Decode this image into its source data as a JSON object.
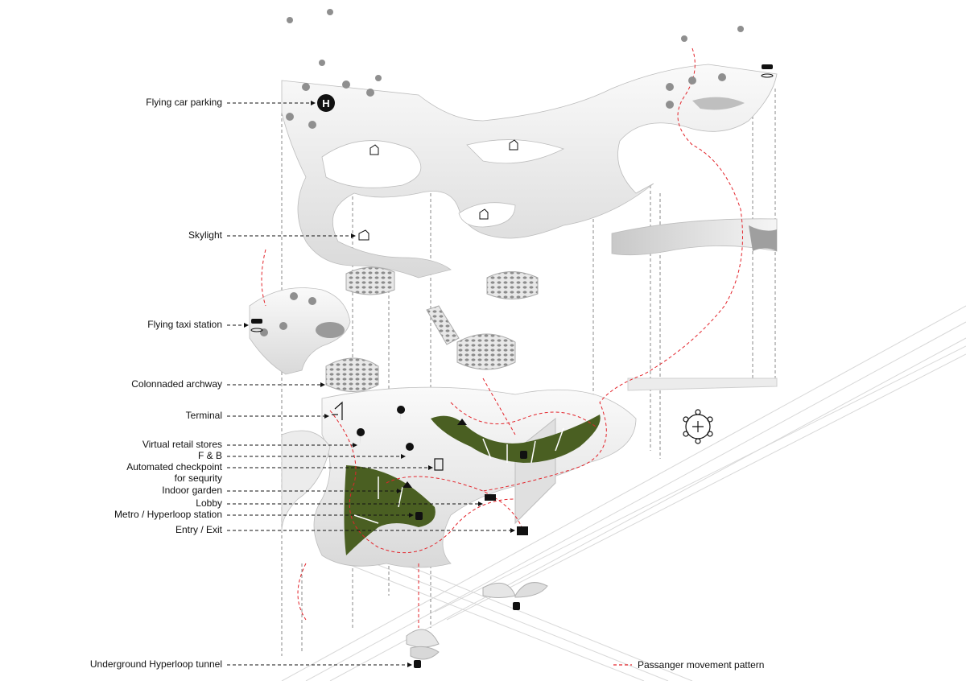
{
  "labels": {
    "flying_car_parking": "Flying car parking",
    "skylight": "Skylight",
    "flying_taxi_station": "Flying taxi station",
    "colonnaded_archway": "Colonnaded archway",
    "terminal": "Terminal",
    "virtual_retail_stores": "Virtual retail stores",
    "f_and_b": "F & B",
    "automated_checkpoint_line1": "Automated checkpoint",
    "automated_checkpoint_line2": "for sequrity",
    "indoor_garden": "Indoor garden",
    "lobby": "Lobby",
    "metro_hyperloop_station": "Metro / Hyperloop station",
    "entry_exit": "Entry / Exit",
    "underground_hyperloop_tunnel": "Underground Hyperloop tunnel"
  },
  "legend": {
    "passenger_movement": "Passanger movement pattern"
  },
  "colors": {
    "surface": "#f2f2f2",
    "surface_shadow": "#cfcfcf",
    "garden": "#4a5f22",
    "path": "#e3242b",
    "leader": "#111111",
    "guide": "#8a8a8a"
  },
  "icons": [
    "helipad-icon",
    "skylight-icon",
    "drone-icon",
    "flying-taxi-icon",
    "terminal-icon",
    "location-pin-icon",
    "food-icon",
    "checkpoint-icon",
    "tree-icon",
    "lobby-seating-icon",
    "train-icon",
    "entry-exit-icon",
    "airport-network-icon"
  ]
}
